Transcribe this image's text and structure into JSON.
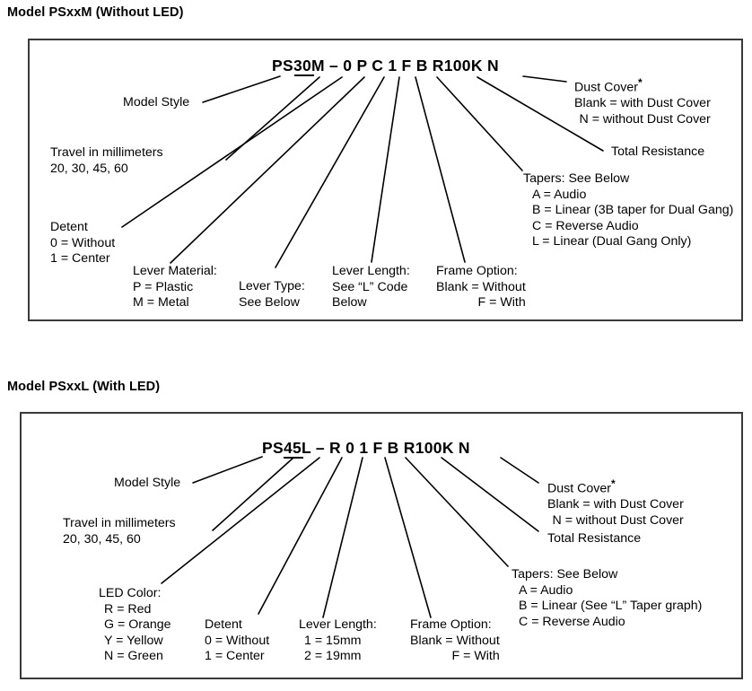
{
  "page": {
    "background": "#ffffff",
    "ink": "#000000",
    "box_border": "#3a3a3a"
  },
  "diagrams": [
    {
      "id": "psxxm",
      "title": "Model PSxxM (Without LED)",
      "part_number": "PS30M – 0 P C 1 F B R100K N",
      "labels": {
        "model_style": {
          "lines": [
            "Model Style"
          ]
        },
        "travel": {
          "lines": [
            "Travel in millimeters",
            "20, 30, 45, 60"
          ]
        },
        "detent": {
          "lines": [
            "Detent",
            "0 = Without",
            "1 = Center"
          ]
        },
        "lever_material": {
          "lines": [
            "Lever Material:",
            "P = Plastic",
            "M = Metal"
          ]
        },
        "lever_type": {
          "lines": [
            "Lever Type:",
            "See Below"
          ]
        },
        "lever_length": {
          "lines": [
            "Lever Length:",
            "See “L” Code",
            "Below"
          ]
        },
        "frame_option": {
          "lines": [
            "Frame Option:",
            "Blank = Without",
            "F = With"
          ]
        },
        "tapers": {
          "lines": [
            "Tapers: See Below",
            "A = Audio",
            "B = Linear (3B taper for Dual Gang)",
            "C = Reverse Audio",
            "L = Linear (Dual Gang Only)"
          ]
        },
        "dust_cover": {
          "heading": "Dust Cover",
          "heading_mark": "*",
          "lines": [
            "Blank = with Dust Cover",
            "N = without Dust Cover"
          ]
        },
        "total_resistance": {
          "lines": [
            "Total Resistance"
          ]
        }
      }
    },
    {
      "id": "psxxl",
      "title": "Model PSxxL (With LED)",
      "part_number": "PS45L – R 0 1 F B R100K N",
      "labels": {
        "model_style": {
          "lines": [
            "Model Style"
          ]
        },
        "travel": {
          "lines": [
            "Travel in millimeters",
            "20, 30, 45, 60"
          ]
        },
        "led_color": {
          "lines": [
            "LED Color:",
            "R = Red",
            "G = Orange",
            "Y = Yellow",
            "N = Green"
          ]
        },
        "detent": {
          "lines": [
            "Detent",
            "0 = Without",
            "1 = Center"
          ]
        },
        "lever_length": {
          "lines": [
            "Lever Length:",
            "1 = 15mm",
            "2 = 19mm"
          ]
        },
        "frame_option": {
          "lines": [
            "Frame Option:",
            "Blank = Without",
            "F = With"
          ]
        },
        "tapers": {
          "lines": [
            "Tapers: See Below",
            "A = Audio",
            "B = Linear (See “L” Taper graph)",
            "C = Reverse Audio"
          ]
        },
        "dust_cover": {
          "heading": "Dust Cover",
          "heading_mark": "*",
          "lines": [
            "Blank = with Dust Cover",
            "N = without Dust Cover"
          ]
        },
        "total_resistance": {
          "lines": [
            "Total Resistance"
          ]
        }
      }
    }
  ]
}
